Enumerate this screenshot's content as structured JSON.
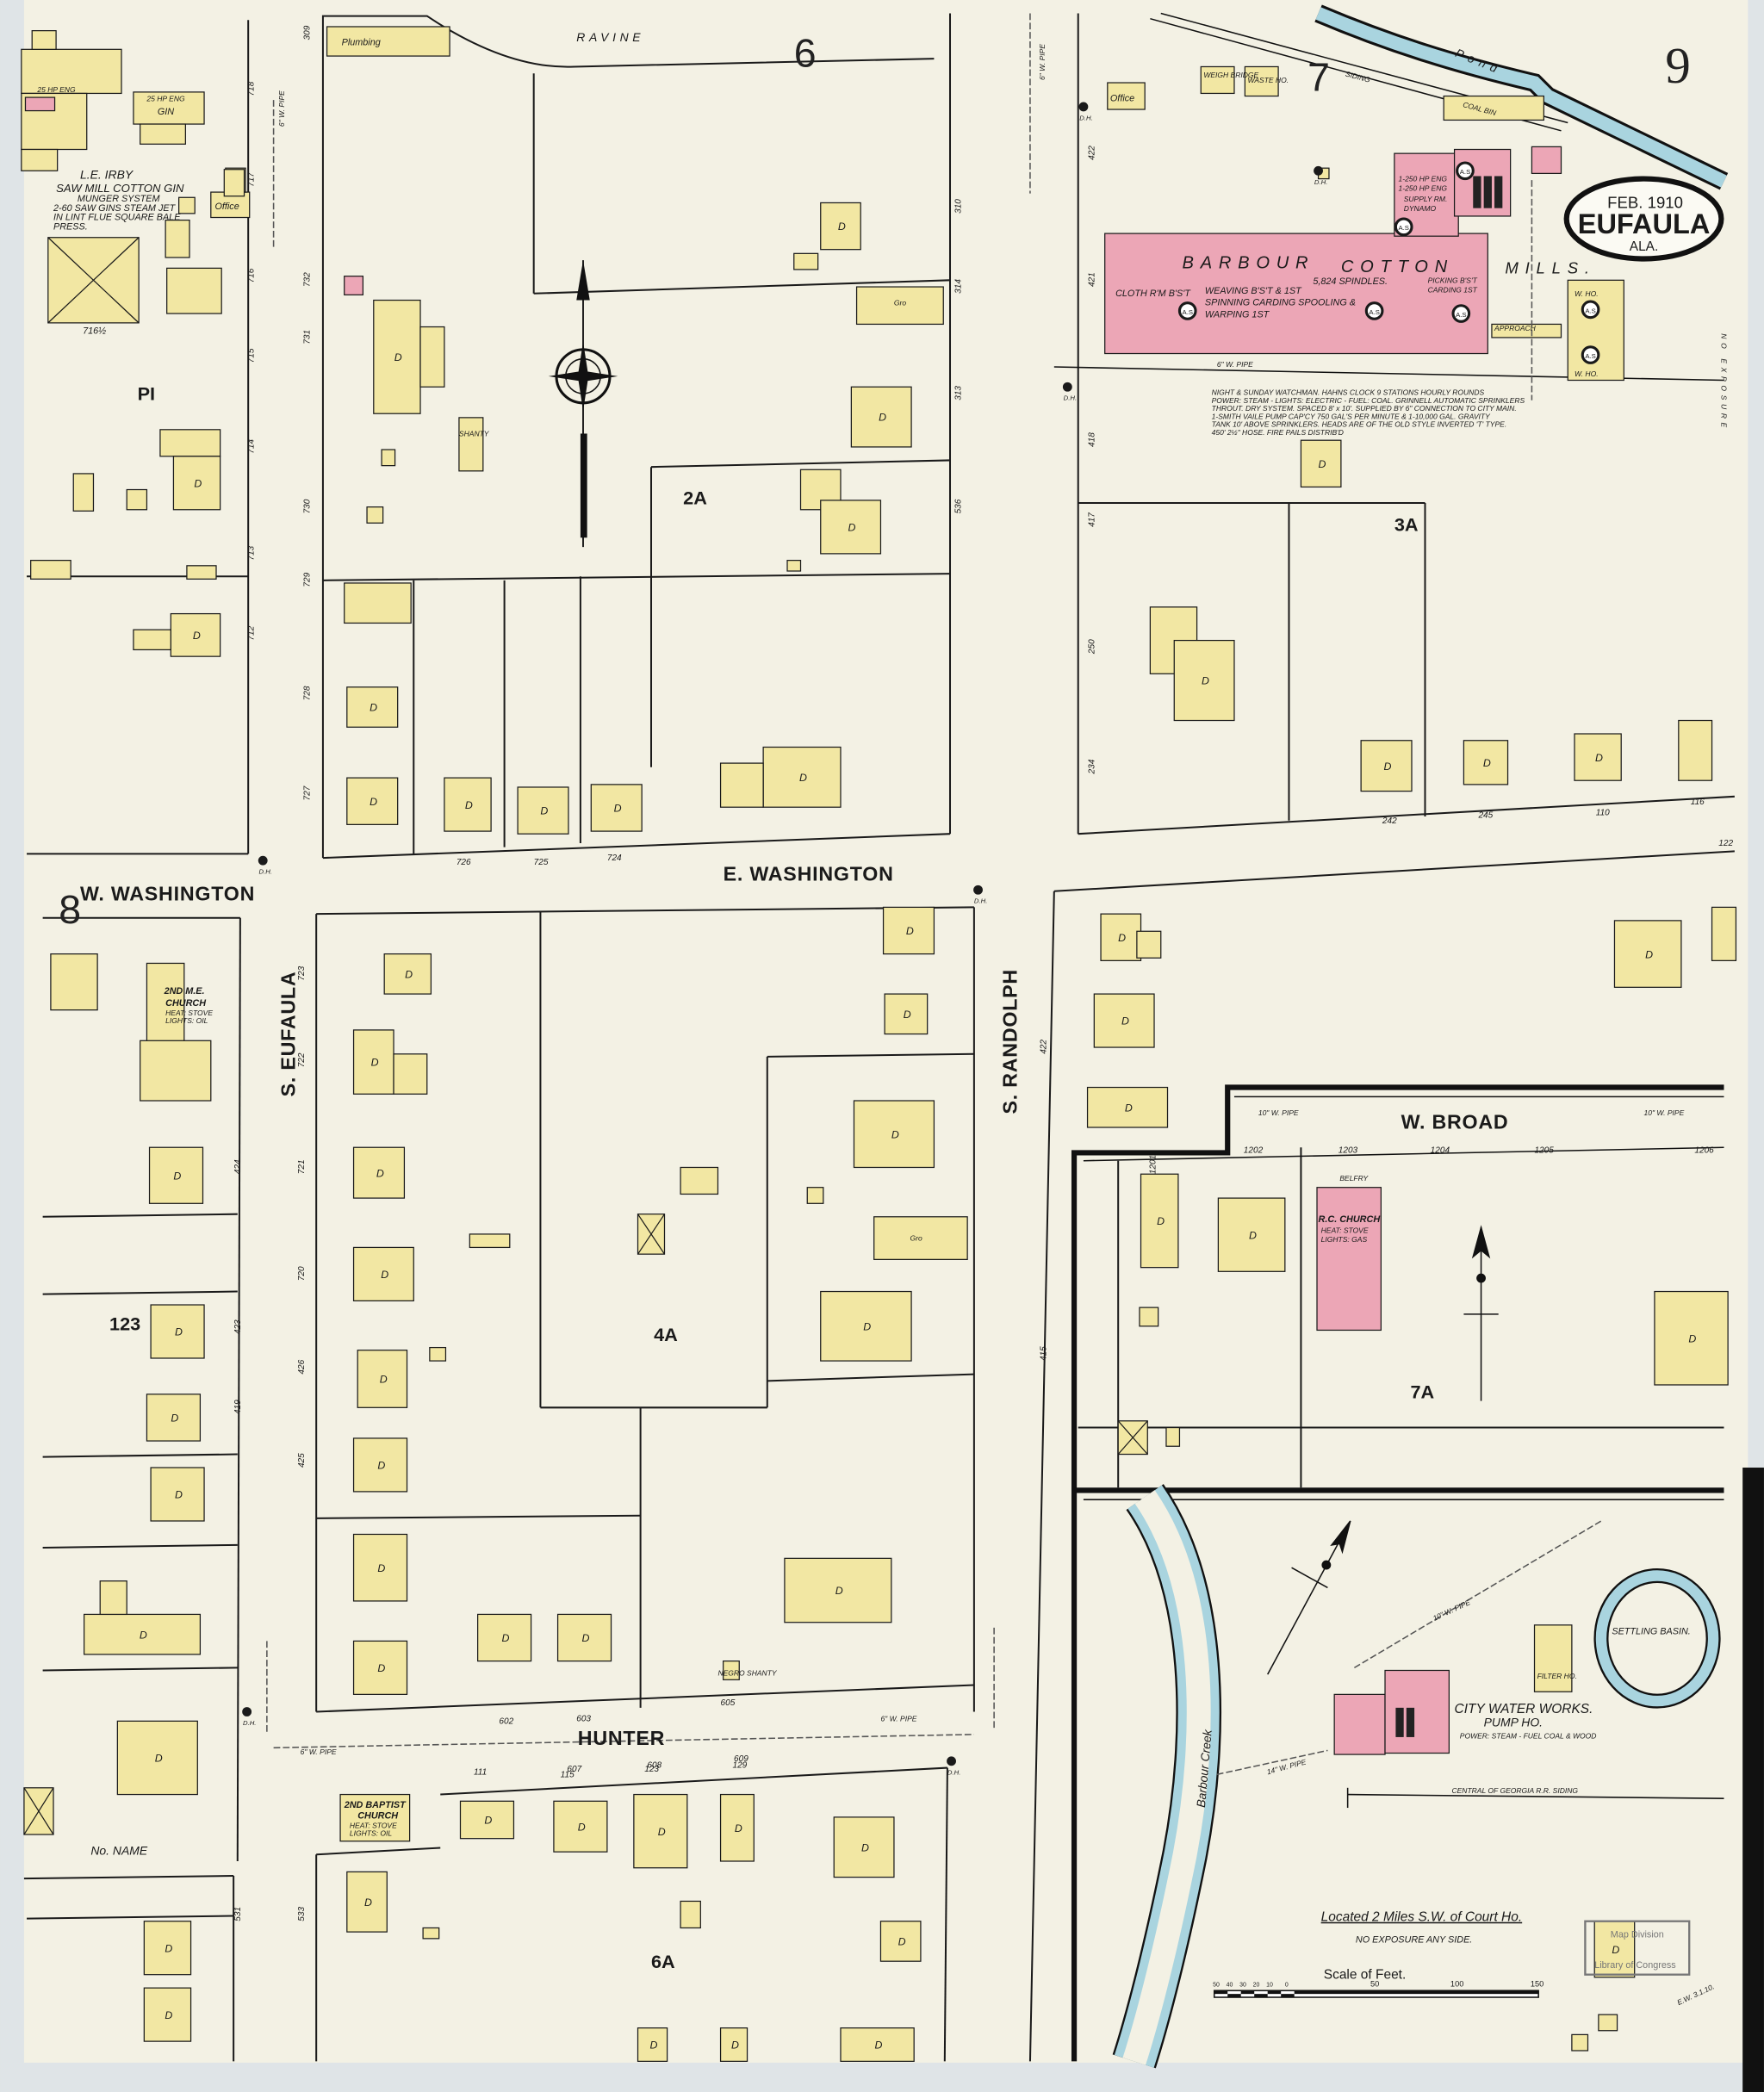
{
  "sheet": {
    "page_number": "9",
    "adjoining_sheets": [
      "6",
      "7",
      "8"
    ]
  },
  "title_cartouche": {
    "date": "FEB. 1910",
    "city": "EUFAULA",
    "state": "ALA."
  },
  "streets": {
    "e_washington": "E. WASHINGTON",
    "w_washington": "W. WASHINGTON",
    "s_eufaula": "S. EUFAULA",
    "s_randolph": "S. RANDOLPH",
    "w_broad": "W. BROAD",
    "hunter": "HUNTER",
    "no_name": "No. NAME"
  },
  "blocks": {
    "pi": "PI",
    "b2a": "2A",
    "b3a": "3A",
    "b4a": "4A",
    "b123": "123",
    "b6a": "6A",
    "b7a": "7A"
  },
  "water": {
    "pond": "Pond",
    "ravine": "RAVINE",
    "creek": "Barbour Creek",
    "basin": "SETTLING BASIN."
  },
  "irby": {
    "name": "L.E. IRBY",
    "type": "SAW MILL COTTON GIN",
    "details": [
      "MUNGER SYSTEM",
      "2-60 SAW GINS STEAM JET",
      "IN LINT FLUE SQUARE BALE",
      "PRESS."
    ],
    "engine": "25 HP ENG",
    "gin": "GIN",
    "office": "Office",
    "address": "716½"
  },
  "mill": {
    "name_parts": [
      "BARBOUR",
      "COTTON",
      "MILLS."
    ],
    "spindles": "5,824 SPINDLES.",
    "rooms": [
      "CLOTH R'M B'S'T",
      "WEAVING B'S'T & 1ST",
      "SPINNING CARDING SPOOLING &",
      "WARPING 1ST",
      "PICKING B'S'T",
      "CARDING 1ST"
    ],
    "engine_room": [
      "1-250 HP ENG",
      "1-250 HP ENG",
      "SUPPLY RM.",
      "DYNAMO"
    ],
    "sprinkler_mark": "A.S.",
    "coal_bin": "COAL BIN",
    "siding": "SIDING",
    "office": "Office",
    "weigh": "WEIGH BRIDGE",
    "waste": "WASTE HO.",
    "warehouse": "W. HO.",
    "approach": "APPROACH",
    "pipe": "6\" W. PIPE",
    "notes": [
      "NIGHT & SUNDAY WATCHMAN. HAHNS CLOCK 9 STATIONS HOURLY ROUNDS",
      "POWER: STEAM - LIGHTS: ELECTRIC - FUEL: COAL. GRINNELL AUTOMATIC SPRINKLERS",
      "THROUT. DRY SYSTEM. SPACED 8' x 10'. SUPPLIED BY 6\" CONNECTION TO CITY MAIN.",
      "1-SMITH VAILE PUMP CAP'CY 750 GAL'S PER MINUTE & 1-10,000 GAL. GRAVITY",
      "TANK 10' ABOVE SPRINKLERS. HEADS ARE OF THE OLD STYLE INVERTED 'T' TYPE.",
      "450' 2½\" HOSE. FIRE PAILS DISTRIB'D"
    ]
  },
  "churches": {
    "me": [
      "2ND M.E.",
      "CHURCH",
      "HEAT: STOVE",
      "LIGHTS: OIL"
    ],
    "rc": [
      "R.C. CHURCH",
      "HEAT: STOVE",
      "LIGHTS: GAS",
      "BELFRY"
    ],
    "baptist": [
      "2ND BAPTIST",
      "CHURCH",
      "HEAT: STOVE",
      "LIGHTS: OIL"
    ]
  },
  "water_works": {
    "name": "CITY WATER WORKS.",
    "sub": "PUMP HO.",
    "power": "POWER: STEAM - FUEL COAL & WOOD",
    "filter": "FILTER HO.",
    "pipe_10": "10\" W. PIPE",
    "pipe_14": "14\" W. PIPE",
    "railroad": "CENTRAL OF GEORGIA R.R.   SIDING",
    "location": "Located 2 Miles S.W. of Court Ho.",
    "exposure": "NO EXPOSURE ANY SIDE."
  },
  "misc": {
    "plumbing": "Plumbing",
    "gro": "Gro",
    "shanty": "SHANTY",
    "negro_shanty": "NEGRO SHANTY",
    "no_exposure": "NO EXPOSURE",
    "pipe_6": "6\" W. PIPE",
    "pipe_10": "10\" W. PIPE",
    "dwelling": "D",
    "dh": "D.H.",
    "initials": "E.W. 3.1.10."
  },
  "addresses": [
    "718",
    "717",
    "716",
    "715",
    "714",
    "713",
    "712",
    "309",
    "732",
    "731",
    "730",
    "729",
    "728",
    "727",
    "310",
    "314",
    "313",
    "536",
    "422",
    "421",
    "418",
    "417",
    "250",
    "234",
    "242",
    "245",
    "110",
    "116",
    "122",
    "726",
    "725",
    "724",
    "723",
    "722",
    "721",
    "720",
    "426",
    "425",
    "424",
    "423",
    "419",
    "1202",
    "1203",
    "1204",
    "1205",
    "1206",
    "1201",
    "602",
    "603",
    "605",
    "607",
    "608",
    "609",
    "111",
    "115",
    "123",
    "129",
    "531",
    "533",
    "422",
    "415"
  ],
  "scale": {
    "title": "Scale of Feet.",
    "ticks": [
      "50",
      "40",
      "30",
      "20",
      "10",
      "0",
      "50",
      "100",
      "150"
    ]
  },
  "stamp": {
    "line1": "Map Division",
    "line2": "Library of Congress"
  },
  "colors": {
    "paper": "#f3f1e4",
    "frame": "#3d6b7a",
    "dwelling": "#f2e7a3",
    "brick": "#eca6b6",
    "water": "#a9d4df",
    "ink": "#1a1a1a"
  }
}
